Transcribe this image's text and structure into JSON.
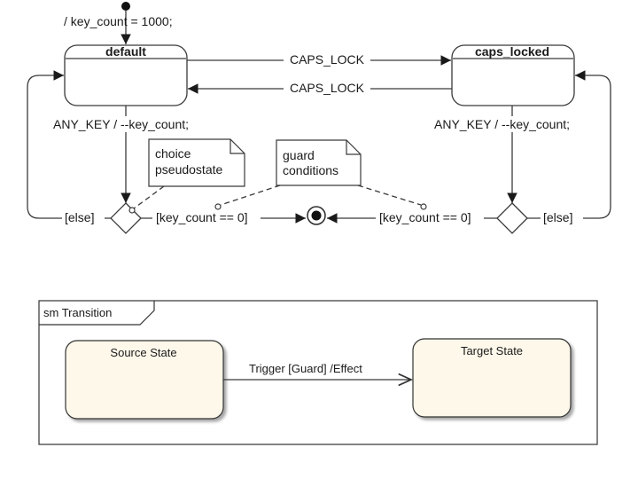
{
  "top_diagram": {
    "initial_transition_label": "/ key_count = 1000;",
    "states": {
      "default": "default",
      "caps_locked": "caps_locked"
    },
    "transitions": {
      "to_caps_locked": "CAPS_LOCK",
      "to_default": "CAPS_LOCK",
      "left_any_key": "ANY_KEY / --key_count;",
      "right_any_key": "ANY_KEY / --key_count;",
      "left_else": "[else]",
      "right_else": "[else]",
      "left_guard_zero": "[key_count == 0]",
      "right_guard_zero": "[key_count == 0]"
    },
    "notes": {
      "choice": [
        "choice",
        "pseudostate"
      ],
      "guard": [
        "guard",
        "conditions"
      ]
    }
  },
  "bottom_diagram": {
    "frame_label": "sm Transition",
    "source_state": "Source State",
    "target_state": "Target State",
    "transition_label": "Trigger [Guard] /Effect",
    "state_fill": "#fdf8ea"
  }
}
